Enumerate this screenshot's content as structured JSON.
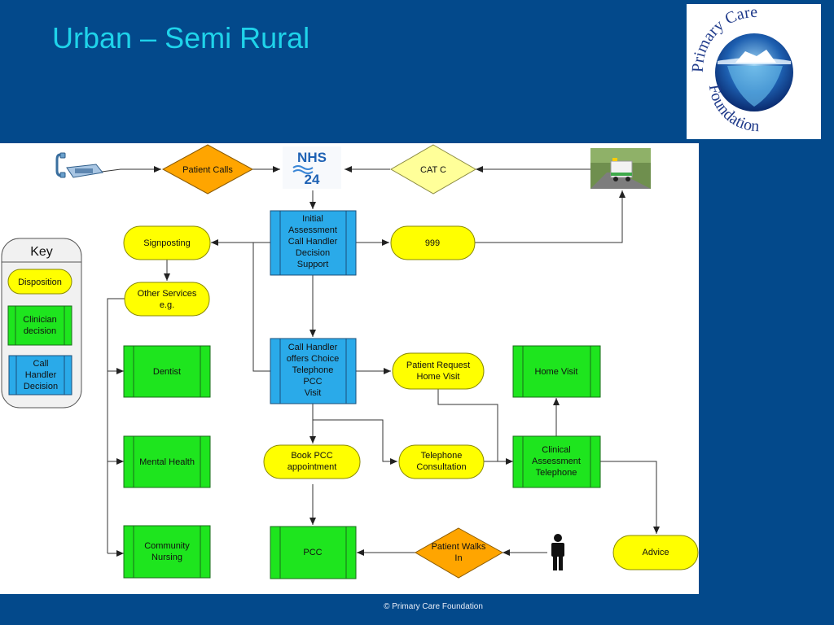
{
  "slide": {
    "title": "Urban – Semi Rural",
    "footer": "© Primary Care Foundation"
  },
  "logo": {
    "name": "Primary Care Foundation",
    "top_text": "Primary Care",
    "bottom_text": "Foundation"
  },
  "colors": {
    "background": "#03498b",
    "title": "#1fd3ea",
    "disposition": "#ffff00",
    "clinician_decision": "#1ee51e",
    "call_handler_decision": "#2aaae9",
    "start_diamond": "#ffa500",
    "cat_diamond": "#ffff99"
  },
  "key": {
    "title": "Key",
    "disposition": "Disposition",
    "clinician_decision": [
      "Clinician",
      "decision"
    ],
    "call_handler_decision": [
      "Call",
      "Handler",
      "Decision"
    ]
  },
  "nodes": {
    "patient_calls": "Patient Calls",
    "nhs24": [
      "NHS",
      "24"
    ],
    "cat_c": "CAT C",
    "initial_assessment": [
      "Initial",
      "Assessment",
      "Call Handler",
      "Decision",
      "Support"
    ],
    "signposting": "Signposting",
    "n999": "999",
    "other_services": [
      "Other Services",
      "e.g."
    ],
    "dentist": "Dentist",
    "mental_health": "Mental Health",
    "community_nursing": [
      "Community",
      "Nursing"
    ],
    "call_handler_choice": [
      "Call Handler",
      "offers Choice",
      "Telephone",
      "PCC",
      "Visit"
    ],
    "patient_request_home_visit": [
      "Patient Request",
      "Home Visit"
    ],
    "home_visit": "Home Visit",
    "book_pcc": [
      "Book PCC",
      "appointment"
    ],
    "telephone_consultation": [
      "Telephone",
      "Consultation"
    ],
    "clinical_assessment": [
      "Clinical",
      "Assessment",
      "Telephone"
    ],
    "pcc": "PCC",
    "patient_walks_in": [
      "Patient Walks",
      "In"
    ],
    "advice": "Advice"
  }
}
